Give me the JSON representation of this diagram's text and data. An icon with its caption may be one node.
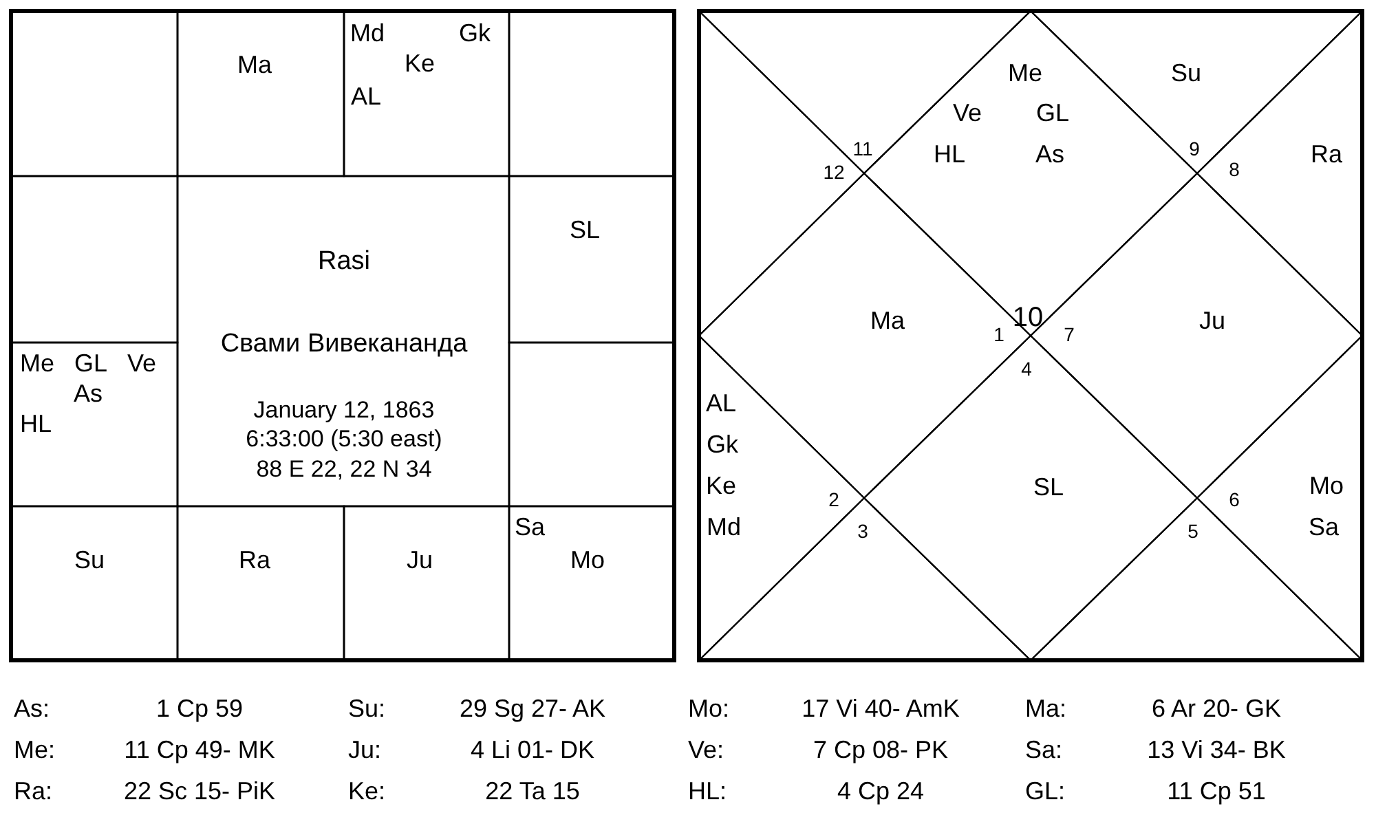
{
  "diagram": {
    "nodes": [
      {
        "text": [],
        "shape": "box"
      },
      {
        "text": [
          "Ma"
        ]
      },
      {
        "text": [
          "Md",
          "Gk",
          "Ke",
          "AL"
        ]
      },
      {
        "text": [],
        "shape": "box"
      },
      {
        "text": [],
        "shape": "box"
      },
      {
        "text": [
          "Rasi",
          "Свами Вивекананда",
          "January 12, 1863",
          "6:33:00 (5:30 east)",
          "88 E 22, 22 N 34"
        ]
      },
      {
        "text": [
          "SL"
        ]
      },
      {
        "text": [
          "Me",
          "GL",
          "Ve",
          "As",
          "HL"
        ]
      },
      {
        "text": [],
        "shape": "box"
      },
      {
        "text": [
          "Su"
        ]
      },
      {
        "text": [
          "Ra"
        ]
      },
      {
        "text": [
          "Ju"
        ]
      },
      {
        "text": [
          "Sa",
          "Mo"
        ]
      },
      {
        "text": [
          "11"
        ]
      },
      {
        "text": [
          "Me",
          "Ve",
          "GL",
          "HL",
          "As",
          "10"
        ]
      },
      {
        "text": [
          "Su",
          "9"
        ]
      },
      {
        "text": [
          "12"
        ]
      },
      {
        "text": [
          "Ra",
          "8"
        ]
      },
      {
        "text": [
          "Ma",
          "1"
        ]
      },
      {
        "text": [
          "7",
          "Ju"
        ]
      },
      {
        "text": [
          "AL",
          "Gk",
          "Ke",
          "2",
          "Md"
        ]
      },
      {
        "text": [
          "6",
          "Mo",
          "Sa"
        ]
      },
      {
        "text": [
          "4",
          "SL"
        ]
      },
      {
        "text": [
          "3"
        ]
      },
      {
        "text": [
          "5"
        ]
      }
    ],
    "labels": [
      "As:",
      "1 Cp 59",
      "Su:",
      "29 Sg 27- AK",
      "Mo:",
      "17 Vi 40- AmK",
      "Ma:",
      "6 Ar 20- GK",
      "Me:",
      "11 Cp 49- MK",
      "Ju:",
      "4 Li 01- DK",
      "Ve:",
      "7 Cp 08- PK",
      "Sa:",
      "13 Vi 34- BK",
      "Ra:",
      "22 Sc 15- PiK",
      "Ke:",
      "22 Ta 15",
      "HL:",
      "4 Cp 24",
      "GL:",
      "11 Cp 51"
    ]
  }
}
